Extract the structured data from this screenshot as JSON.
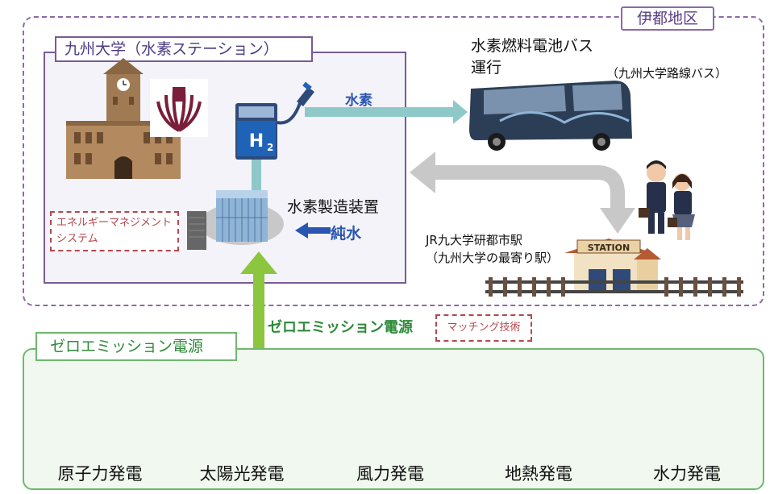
{
  "district_label": "伊都地区",
  "university": {
    "title": "九州大学（水素ステーション）",
    "energy_mgmt": [
      "エネルギーマネジメント",
      "システム"
    ],
    "h2_plant_label": "水素製造装置",
    "pure_water_label": "純水",
    "h2_badge": "H2"
  },
  "hydrogen_label": "水素",
  "bus": {
    "title_line1": "水素燃料電池バス",
    "title_line2": "運行",
    "route": "（九州大学路線バス）"
  },
  "station": {
    "sign": "STATION",
    "line1": "JR九大学研都市駅",
    "line2": "（九州大学の最寄り駅）"
  },
  "zero_emission": {
    "title": "ゼロエミッション電源",
    "arrow_label": "ゼロエミッション電源",
    "matching_label": "マッチング技術",
    "sources": [
      {
        "name": "原子力発電"
      },
      {
        "name": "太陽光発電"
      },
      {
        "name": "風力発電"
      },
      {
        "name": "地熱発電"
      },
      {
        "name": "水力発電"
      }
    ]
  },
  "colors": {
    "purple_frame": "#8c6aa8",
    "green_frame": "#6fb96f",
    "teal_arrow": "#8fc8c8",
    "gray_arrow": "#c8c8c8",
    "green_arrow": "#8cc63f",
    "blue_text": "#2a55b0"
  }
}
